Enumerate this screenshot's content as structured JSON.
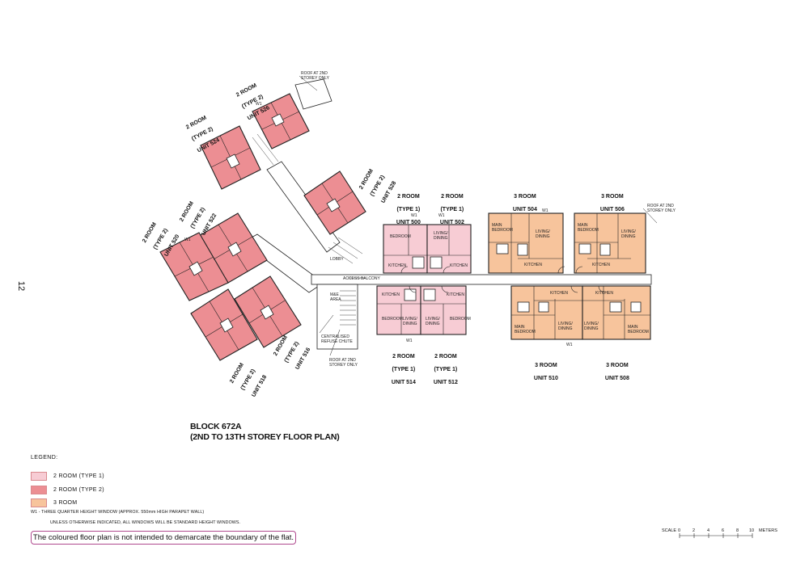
{
  "page_number": "12",
  "block_title_line1": "BLOCK 672A",
  "block_title_line2": "(2ND TO 13TH STOREY FLOOR PLAN)",
  "colors": {
    "type1": "#f7ccd4",
    "type2": "#ec8e93",
    "room3": "#f7c49c",
    "wall": "#222222",
    "disclaimer_border": "#b04a8f"
  },
  "legend": {
    "title": "LEGEND:",
    "items": [
      "2 ROOM (TYPE 1)",
      "2 ROOM (TYPE 2)",
      "3 ROOM"
    ],
    "w1_note": "W1 - THREE QUARTER HEIGHT WINDOW (APPROX. 550mm HIGH PARAPET WALL)",
    "windows_note": "UNLESS OTHERWISE INDICATED, ALL WINDOWS WILL BE STANDARD HEIGHT WINDOWS."
  },
  "disclaimer": "The coloured floor plan is not intended to demarcate the boundary of the flat.",
  "scale": {
    "label": "SCALE",
    "ticks": [
      "0",
      "2",
      "4",
      "6",
      "8",
      "10"
    ],
    "unit": "METERS"
  },
  "units": [
    {
      "id": "u526",
      "type": "2 ROOM",
      "subtype": "(TYPE 2)",
      "unit": "UNIT 526"
    },
    {
      "id": "u524",
      "type": "2 ROOM",
      "subtype": "(TYPE 2)",
      "unit": "UNIT 524"
    },
    {
      "id": "u528",
      "type": "2 ROOM",
      "subtype": "(TYPE 2)",
      "unit": "UNIT 528"
    },
    {
      "id": "u522",
      "type": "2 ROOM",
      "subtype": "(TYPE 2)",
      "unit": "UNIT 522"
    },
    {
      "id": "u520",
      "type": "2 ROOM",
      "subtype": "(TYPE 2)",
      "unit": "UNIT 520"
    },
    {
      "id": "u518",
      "type": "2 ROOM",
      "subtype": "(TYPE 2)",
      "unit": "UNIT 518"
    },
    {
      "id": "u516",
      "type": "2 ROOM",
      "subtype": "(TYPE 2)",
      "unit": "UNIT 516"
    },
    {
      "id": "u500",
      "type": "2 ROOM",
      "subtype": "(TYPE 1)",
      "unit": "UNIT 500"
    },
    {
      "id": "u502",
      "type": "2 ROOM",
      "subtype": "(TYPE 1)",
      "unit": "UNIT 502"
    },
    {
      "id": "u514",
      "type": "2 ROOM",
      "subtype": "(TYPE 1)",
      "unit": "UNIT 514"
    },
    {
      "id": "u512",
      "type": "2 ROOM",
      "subtype": "(TYPE 1)",
      "unit": "UNIT 512"
    },
    {
      "id": "u504",
      "type": "3 ROOM",
      "subtype": "",
      "unit": "UNIT 504"
    },
    {
      "id": "u506",
      "type": "3 ROOM",
      "subtype": "",
      "unit": "UNIT 506"
    },
    {
      "id": "u510",
      "type": "3 ROOM",
      "subtype": "",
      "unit": "UNIT 510"
    },
    {
      "id": "u508",
      "type": "3 ROOM",
      "subtype": "",
      "unit": "UNIT 508"
    }
  ],
  "annotations": {
    "roof_2nd": "ROOF AT 2ND\nSTOREY ONLY",
    "refuse_chute": "CENTRALISED\nREFUSE CHUTE",
    "access_balcony": "ACCESS BALCONY",
    "lobby": "LOBBY",
    "mech": "M&E\nAREA",
    "w1": "W1"
  },
  "room_labels": {
    "bedroom": "BEDROOM",
    "main_bedroom": "MAIN\nBEDROOM",
    "living_dining": "LIVING/\nDINING",
    "kitchen": "KITCHEN"
  }
}
